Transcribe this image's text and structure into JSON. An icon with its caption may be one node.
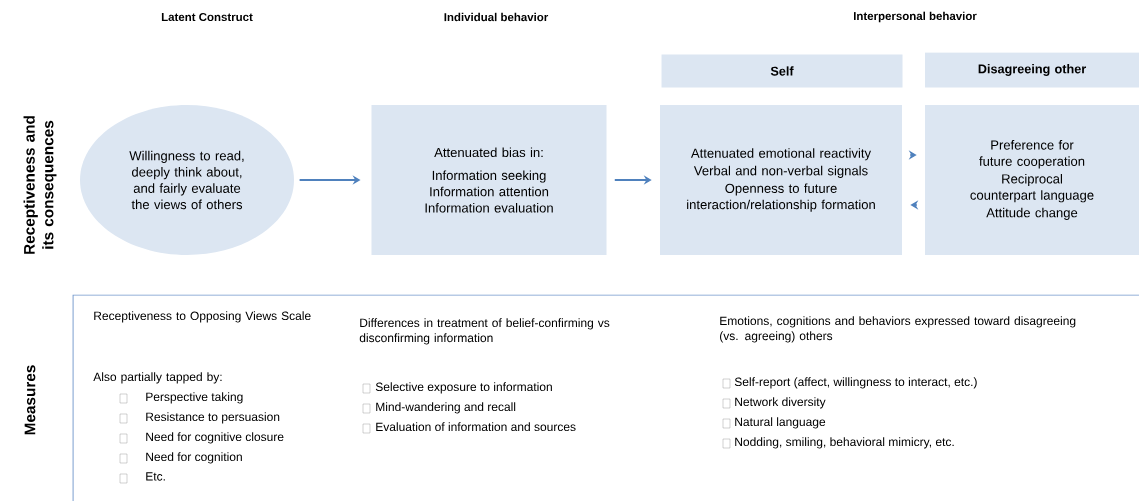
{
  "diagram": {
    "nodes": [
      {
        "text": [
          "Willingness to read, deeply think about, and fairly evaluate the views of others"
        ]
      },
      {
        "text": [
          "Attenuated bias in:",
          "Information seeking",
          "Information attention",
          "Information evaluation"
        ]
      },
      {
        "text": [
          "Self"
        ]
      },
      {
        "text": [
          "Attenuated emotional reactivity",
          "Verbal and non-verbal signals",
          "Openness to future interaction/relationship formation"
        ]
      },
      {
        "text": [
          "Disagreeing other"
        ]
      },
      {
        "text": [
          "Preference for future cooperation",
          "Reciprocal counterpart language",
          "Attitude change"
        ]
      }
    ],
    "edges": [
      {
        "from": 0,
        "to": 1,
        "arrow": "to"
      },
      {
        "from": 1,
        "to": 3,
        "arrow": "to"
      },
      {
        "from": 3,
        "to": 5,
        "arrow": "to"
      },
      {
        "from": 5,
        "to": 3,
        "arrow": "to"
      }
    ],
    "labels": [
      "Latent Construct",
      "Individual behavior",
      "Interpersonal behavior",
      "Receptiveness and its consequences",
      "Measures",
      "Receptiveness to Opposing Views Scale",
      "Also partially tapped by:",
      "Perspective taking",
      "Resistance to persuasion",
      "Need for cognitive closure",
      "Need for cognition",
      "Etc.",
      "Differences in treatment of belief-confirming vs disconfirming information",
      "Selective exposure to information",
      "Mind-wandering and recall",
      "Evaluation of information and sources",
      "Emotions, cognitions and behaviors expressed toward disagreeing (vs. agreeing) others",
      "Self-report (affect, willingness to interact, etc.)",
      "Network diversity",
      "Natural language",
      "Nodding, smiling, behavioral mimicry, etc."
    ]
  }
}
